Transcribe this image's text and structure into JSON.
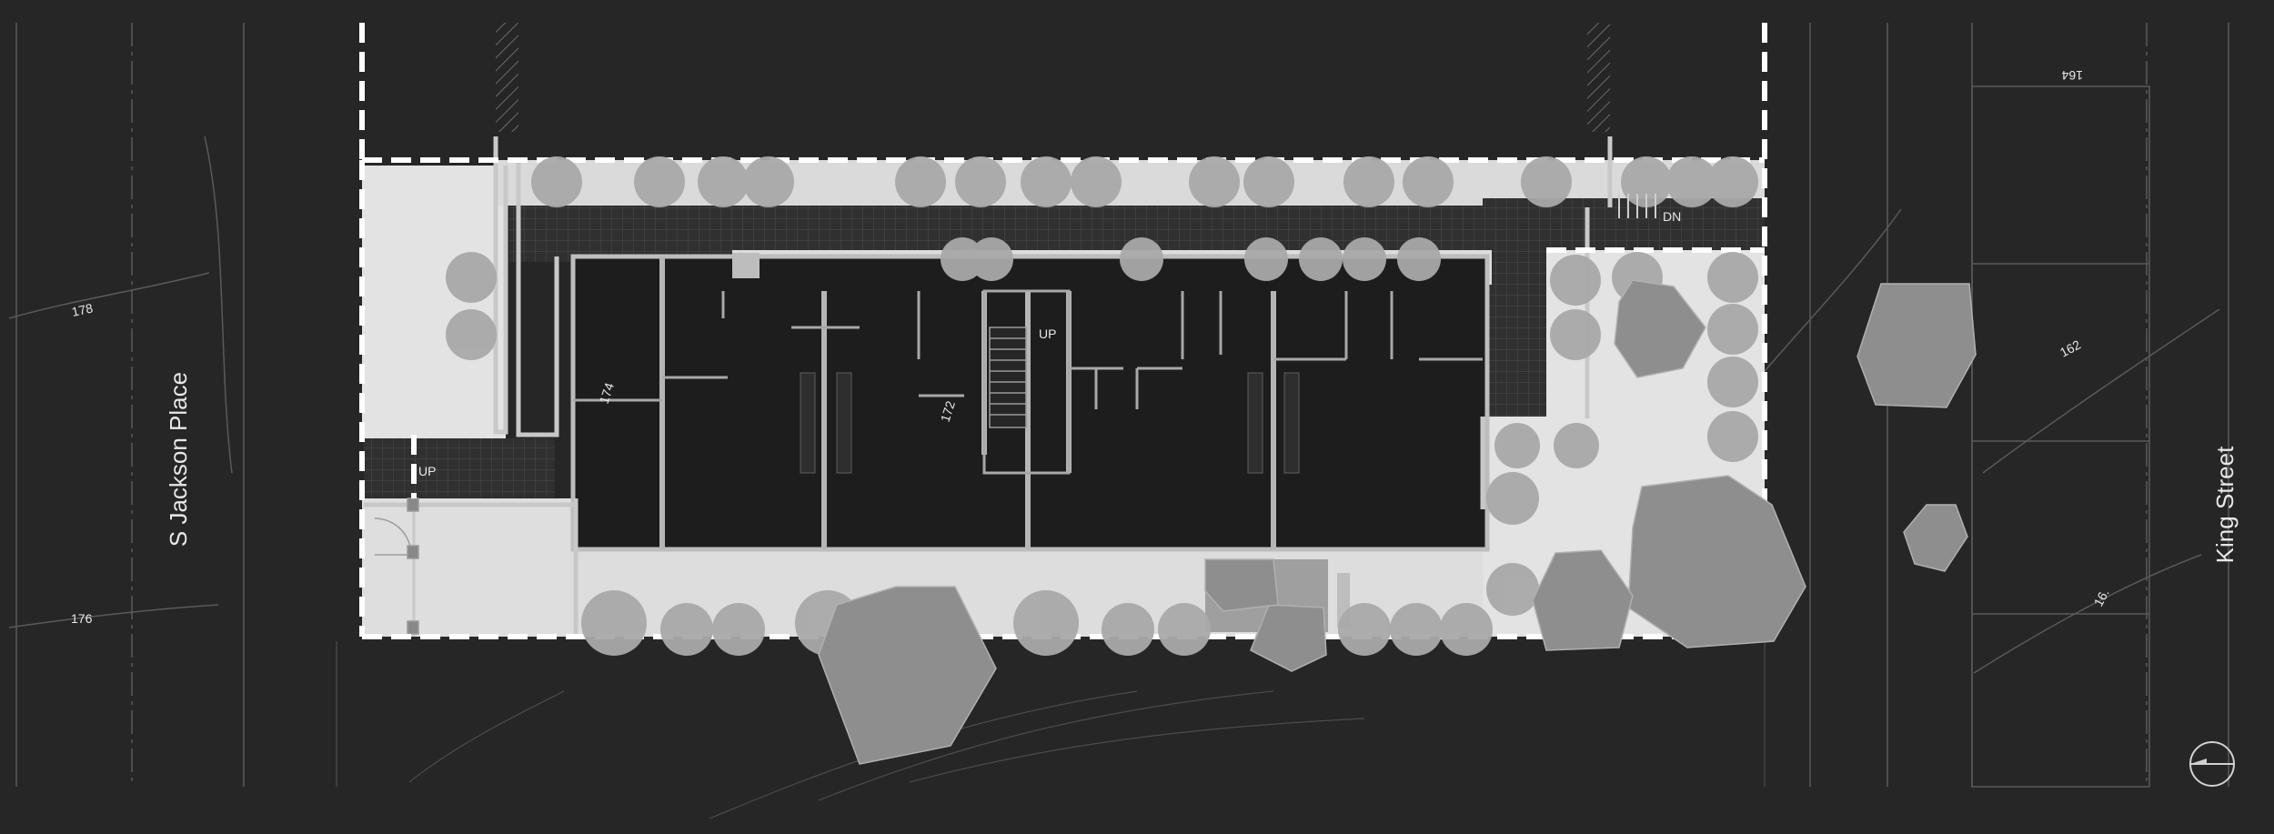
{
  "streets": {
    "west": "S Jackson Place",
    "east": "King Street"
  },
  "contour_labels": {
    "c178": "178",
    "c176": "176",
    "c174": "174",
    "c172": "172",
    "c162": "162",
    "c164": "164",
    "c16x": "16."
  },
  "stair_labels": {
    "up_entry": "UP",
    "up_center": "UP",
    "dn_corridor": "DN"
  },
  "icons": {
    "north_arrow": "north-arrow-icon"
  },
  "colors": {
    "background": "#262626",
    "walkway": "#d9d9d9",
    "landscape": "#e3e3e3",
    "interior": "#1e1e1e",
    "walls": "#b8b8b8",
    "trees": "#a9a9a9",
    "large_trees": "#8e8e8e",
    "lines": "#5a5a5a",
    "property_line": "#ffffff"
  }
}
